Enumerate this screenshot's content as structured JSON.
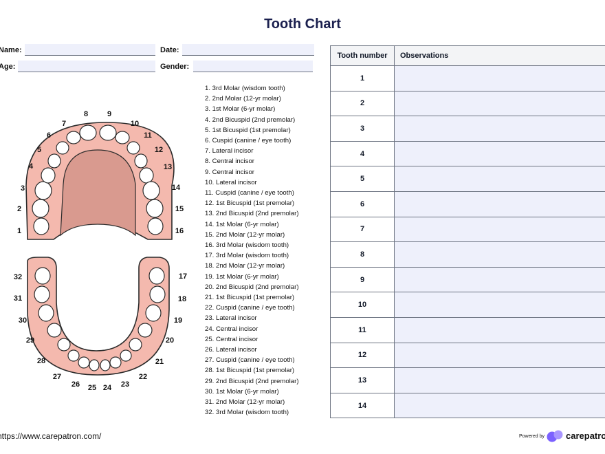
{
  "title": "Tooth Chart",
  "form": {
    "name_label": "Name:",
    "date_label": "Date:",
    "age_label": "Age:",
    "gender_label": "Gender:"
  },
  "legend": [
    "1. 3rd Molar (wisdom tooth)",
    "2. 2nd Molar (12-yr molar)",
    "3. 1st Molar (6-yr molar)",
    "4. 2nd Bicuspid (2nd premolar)",
    "5. 1st Bicuspid (1st premolar)",
    "6. Cuspid (canine / eye tooth)",
    "7. Lateral incisor",
    "8. Central incisor",
    "9. Central incisor",
    "10. Lateral incisor",
    "11. Cuspid (canine / eye tooth)",
    "12. 1st Bicuspid (1st premolar)",
    "13. 2nd Bicuspid (2nd premolar)",
    "14. 1st Molar (6-yr molar)",
    "15. 2nd Molar (12-yr molar)",
    "16. 3rd Molar (wisdom tooth)",
    "17. 3rd Molar (wisdom tooth)",
    "18. 2nd Molar (12-yr molar)",
    "19. 1st Molar (6-yr molar)",
    "20. 2nd Bicuspid (2nd premolar)",
    "21. 1st Bicuspid (1st premolar)",
    "22. Cuspid (canine / eye tooth)",
    "23. Lateral incisor",
    "24. Central incisor",
    "25. Central incisor",
    "26. Lateral incisor",
    "27. Cuspid (canine / eye tooth)",
    "28. 1st Bicuspid (1st premolar)",
    "29. 2nd Bicuspid (2nd premolar)",
    "30. 1st Molar (6-yr molar)",
    "31. 2nd Molar (12-yr molar)",
    "32. 3rd Molar (wisdom tooth)"
  ],
  "diagram_numbers": [
    "1",
    "2",
    "3",
    "4",
    "5",
    "6",
    "7",
    "8",
    "9",
    "10",
    "11",
    "12",
    "13",
    "14",
    "15",
    "16",
    "17",
    "18",
    "19",
    "20",
    "21",
    "22",
    "23",
    "24",
    "25",
    "26",
    "27",
    "28",
    "29",
    "30",
    "31",
    "32"
  ],
  "table": {
    "headers": [
      "Tooth number",
      "Observations"
    ],
    "rows": [
      "1",
      "2",
      "3",
      "4",
      "5",
      "6",
      "7",
      "8",
      "9",
      "10",
      "11",
      "12",
      "13",
      "14"
    ]
  },
  "footer": {
    "url": "https://www.carepatron.com/",
    "powered_by": "Powered by",
    "brand": "carepatron"
  },
  "colors": {
    "gum": "#f4b9ae",
    "palate": "#d99a8f",
    "outline": "#2b2b2b",
    "title": "#1a1f4e",
    "field_fill": "#eef0fb",
    "logo": "#7b61ff"
  }
}
